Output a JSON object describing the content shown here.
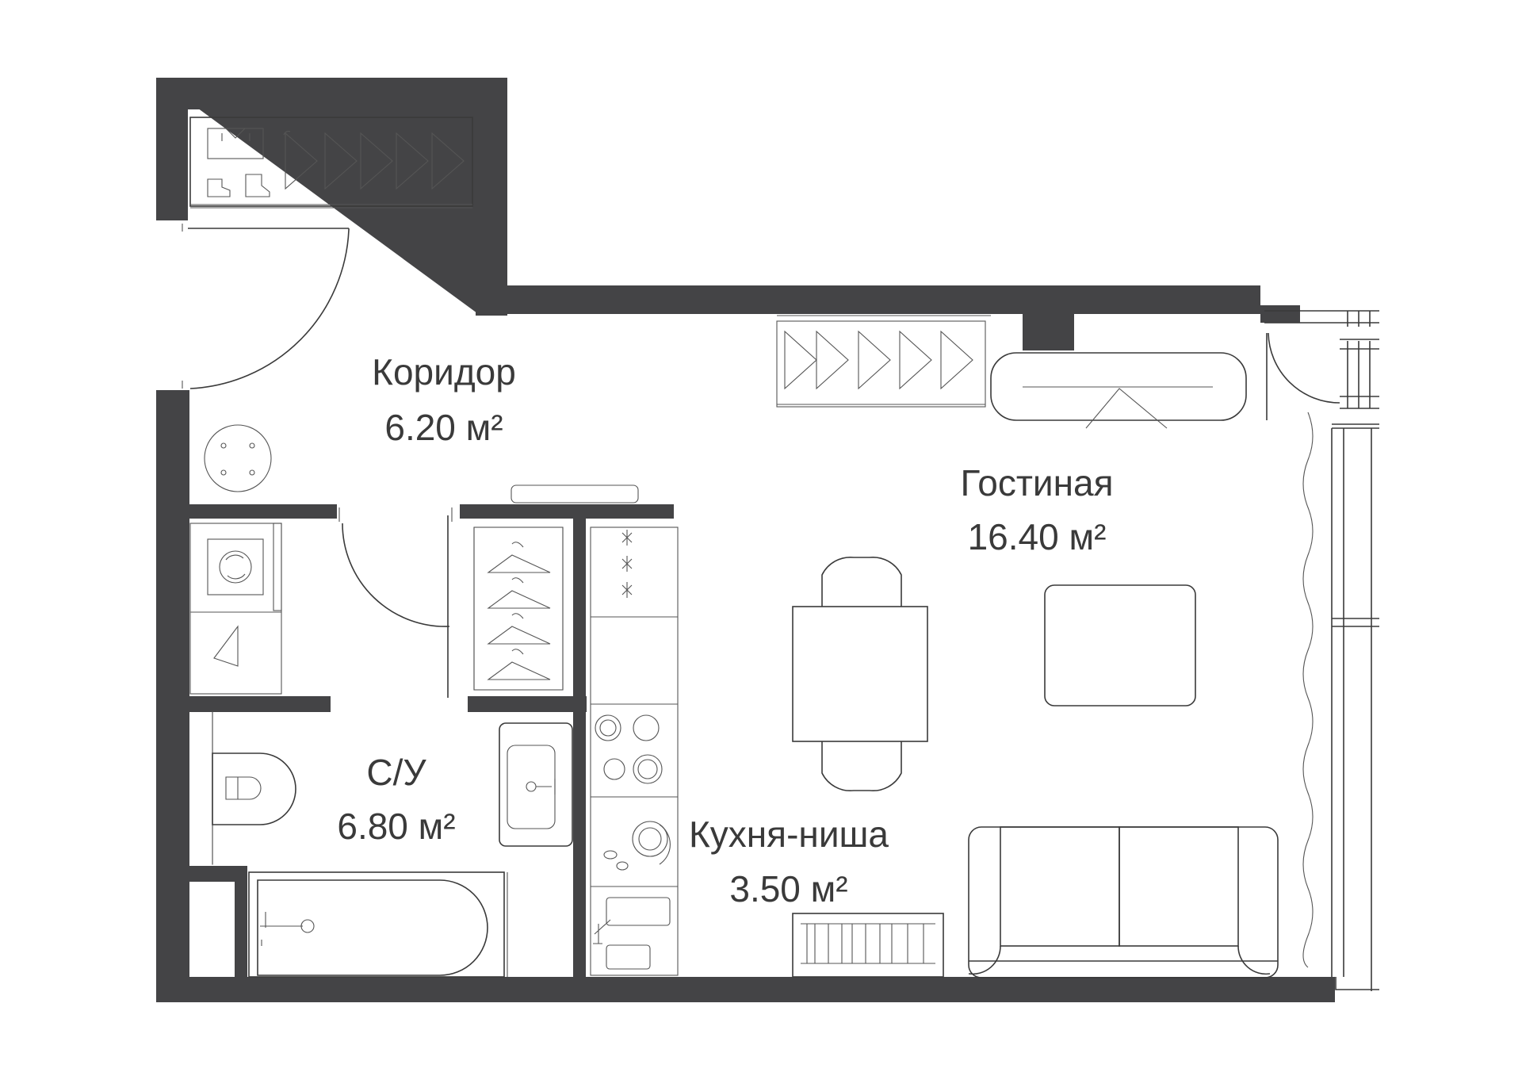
{
  "rooms": [
    {
      "id": "corridor",
      "name": "Коридор",
      "area": "6.20 м²"
    },
    {
      "id": "living",
      "name": "Гостиная",
      "area": "16.40 м²"
    },
    {
      "id": "bathroom",
      "name": "С/У",
      "area": "6.80 м²"
    },
    {
      "id": "kitchen",
      "name": "Кухня-ниша",
      "area": "3.50 м²"
    }
  ],
  "colors": {
    "wall": "#444446",
    "line": "#3a3a3a",
    "background": "#ffffff"
  }
}
